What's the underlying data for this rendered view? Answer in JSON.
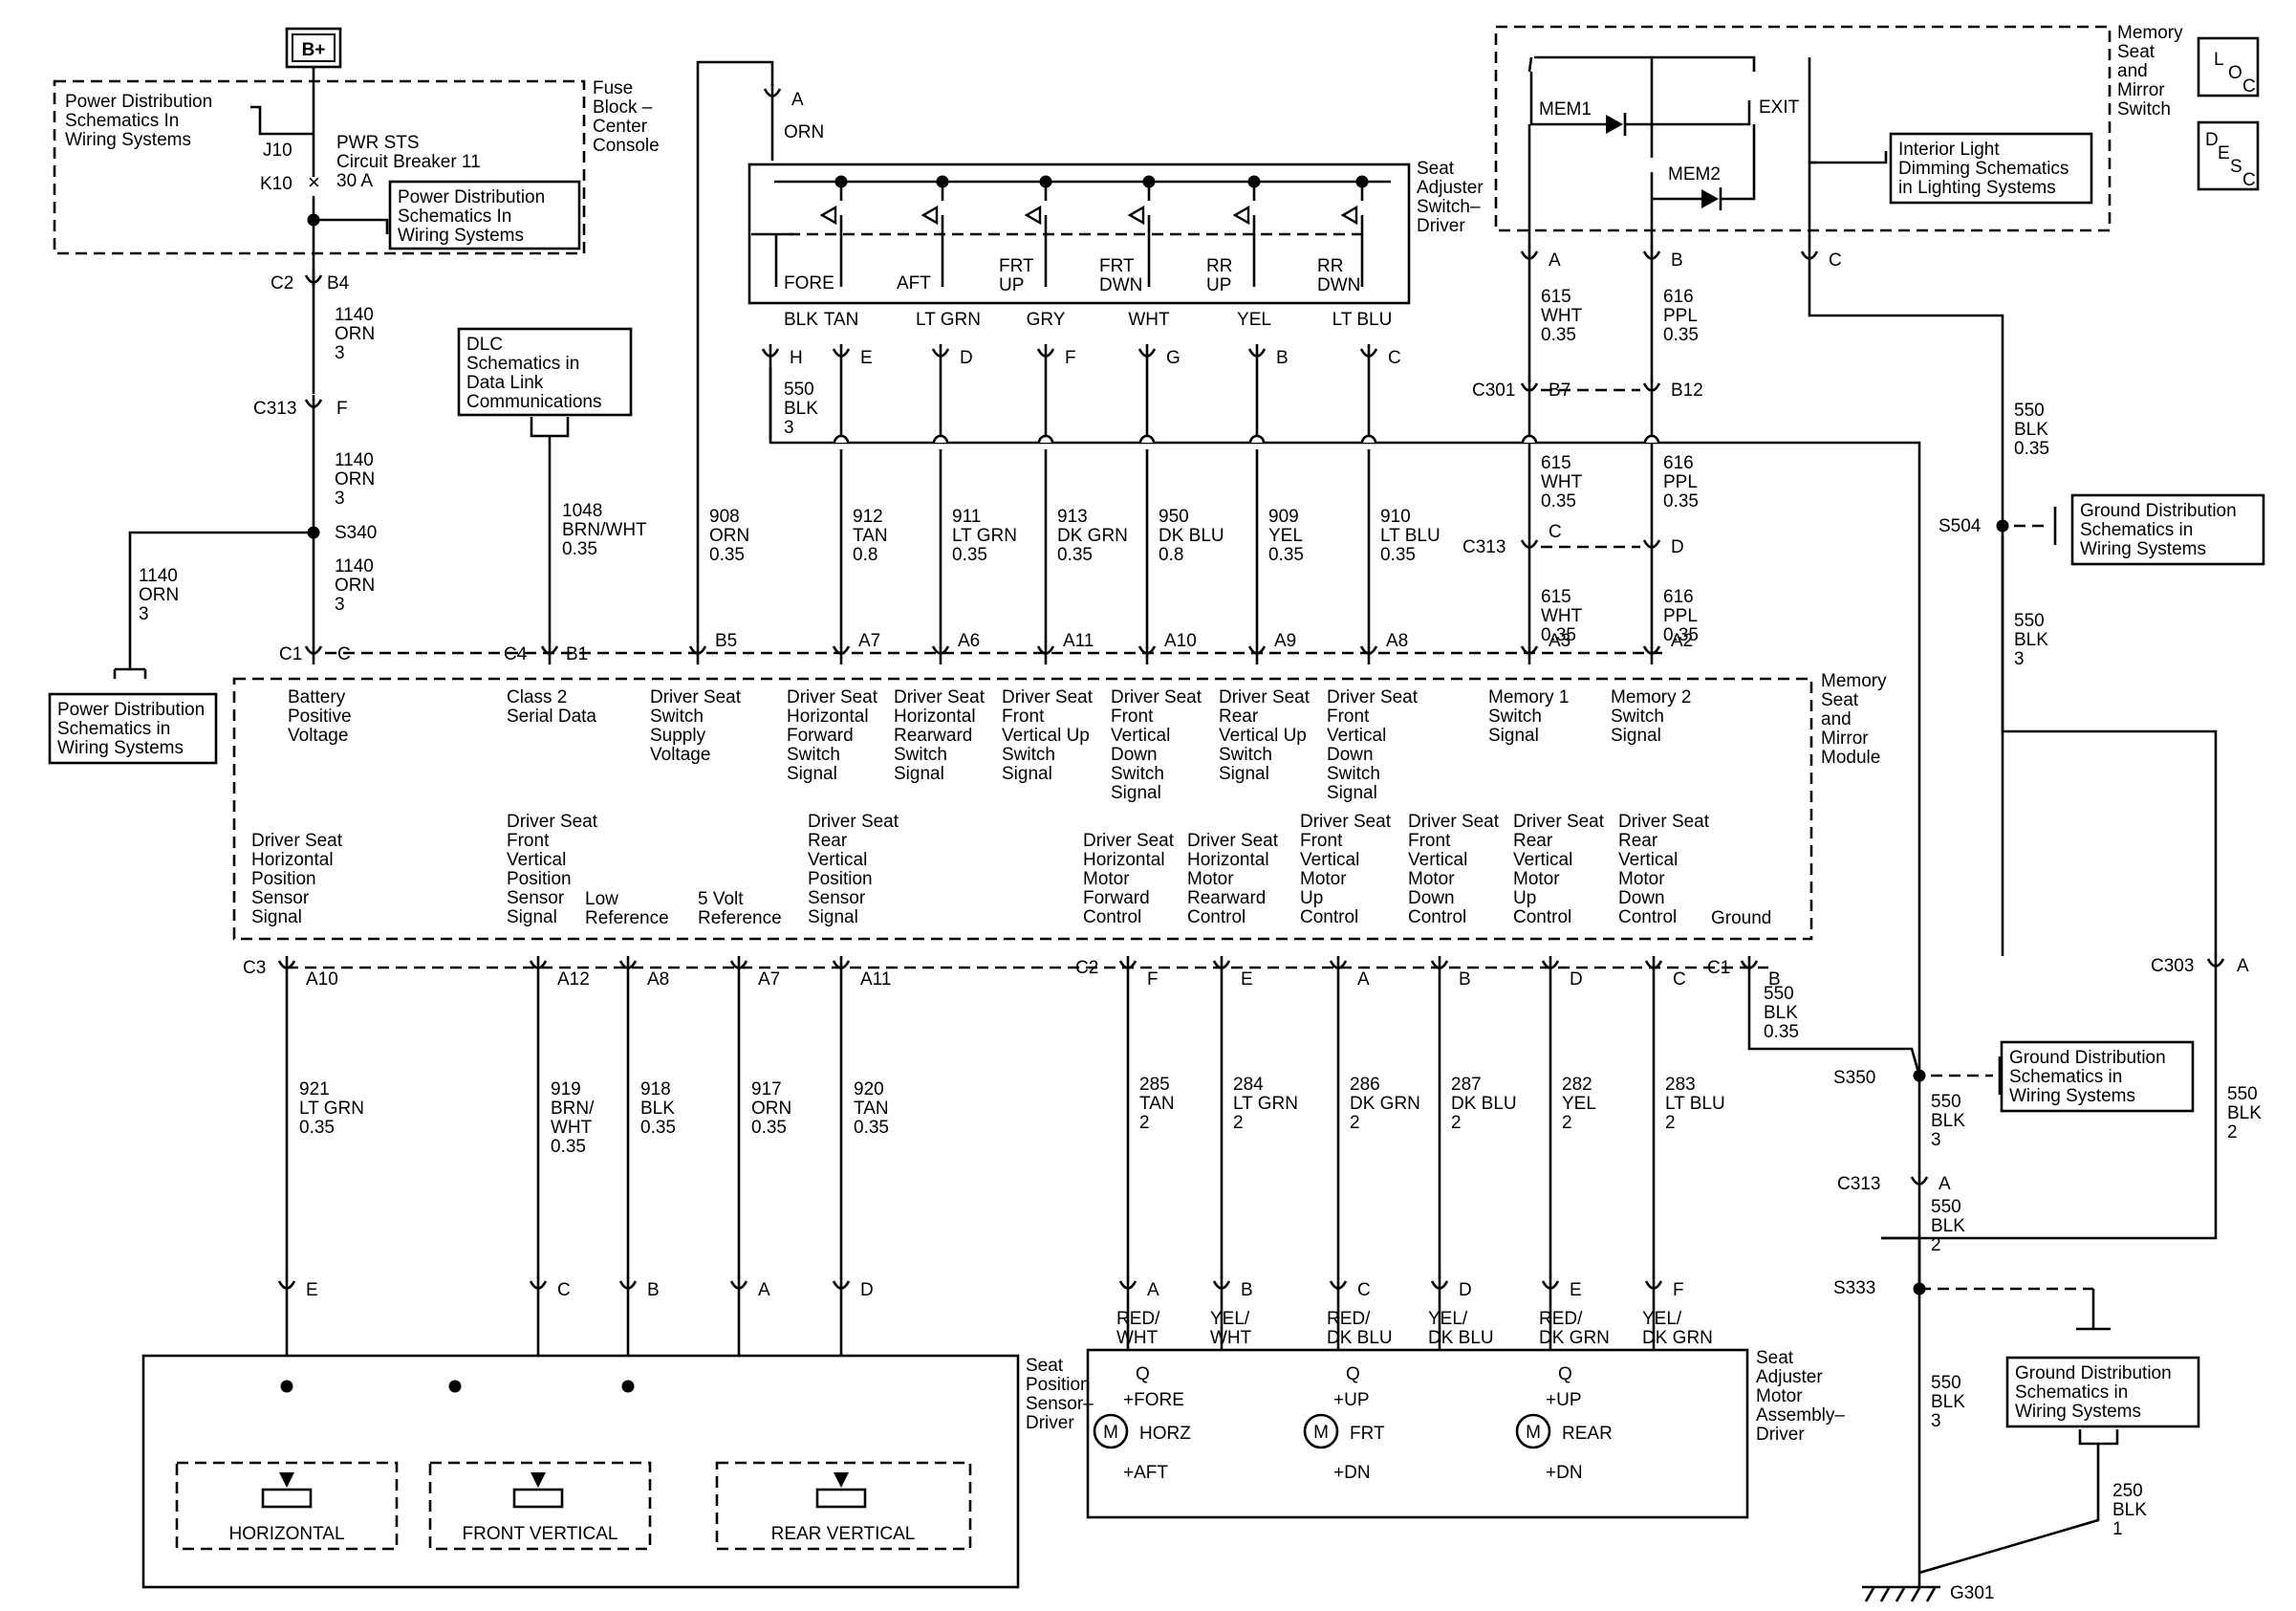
{
  "battery": "B+",
  "fuse_block": {
    "title": [
      "Fuse",
      "Block –",
      "Center",
      "Console"
    ],
    "pd_top": [
      "Power Distribution",
      "Schematics In",
      "Wiring  Systems"
    ],
    "j10": "J10",
    "k10": "K10",
    "breaker": [
      "PWR STS",
      "Circuit Breaker 11",
      "30 A"
    ],
    "pd_mid": [
      "Power Distribution",
      "Schematics In",
      "Wiring  Systems"
    ]
  },
  "left_feed": {
    "c2": "C2",
    "b4": "B4",
    "w1": [
      "1140",
      "ORN",
      "3"
    ],
    "c313": "C313",
    "f": "F",
    "w2": [
      "1140",
      "ORN",
      "3"
    ],
    "s340": "S340",
    "w3": [
      "1140",
      "ORN",
      "3"
    ],
    "branch": [
      "1140",
      "ORN",
      "3"
    ],
    "pd_bottom": [
      "Power Distribution",
      "Schematics in",
      "Wiring  Systems"
    ]
  },
  "dlc": {
    "label": [
      "DLC",
      "Schematics in",
      "Data Link",
      "Communications"
    ],
    "wire": [
      "1048",
      "BRN/WHT",
      "0.35"
    ]
  },
  "seat_switch": {
    "title": [
      "Seat",
      "Adjuster",
      "Switch–",
      "Driver"
    ],
    "pin_a": "A",
    "orn": "ORN",
    "positions": [
      "FORE",
      "AFT",
      "FRT\nUP",
      "FRT\nDWN",
      "RR\nUP",
      "RR\nDWN"
    ],
    "wire_colors": [
      "BLK",
      "TAN",
      "LT GRN",
      "GRY",
      "WHT",
      "YEL",
      "LT BLU"
    ],
    "pins": [
      "H",
      "E",
      "D",
      "F",
      "G",
      "B",
      "C"
    ],
    "ground_wire": [
      "550",
      "BLK",
      "3"
    ]
  },
  "switch_circuits": [
    {
      "num": "908",
      "color": "ORN",
      "size": "0.35"
    },
    {
      "num": "912",
      "color": "TAN",
      "size": "0.8"
    },
    {
      "num": "911",
      "color": "LT GRN",
      "size": "0.35"
    },
    {
      "num": "913",
      "color": "DK GRN",
      "size": "0.35"
    },
    {
      "num": "950",
      "color": "DK BLU",
      "size": "0.8"
    },
    {
      "num": "909",
      "color": "YEL",
      "size": "0.35"
    },
    {
      "num": "910",
      "color": "LT BLU",
      "size": "0.35"
    }
  ],
  "memory_switch": {
    "title": [
      "Memory",
      "Seat",
      "and",
      "Mirror",
      "Switch"
    ],
    "mem1": "MEM1",
    "mem2": "MEM2",
    "exit": "EXIT",
    "interior": [
      "Interior Light",
      "Dimming Schematics",
      "in Lighting Systems"
    ],
    "pins": [
      "A",
      "B",
      "C"
    ],
    "loc": [
      "L",
      "O",
      "C"
    ],
    "desc": [
      "D",
      "E",
      "S",
      "C"
    ]
  },
  "memory_wires": {
    "w615a": [
      "615",
      "WHT",
      "0.35"
    ],
    "w616a": [
      "616",
      "PPL",
      "0.35"
    ],
    "c301": "C301",
    "b7": "B7",
    "b12": "B12",
    "w615b": [
      "615",
      "WHT",
      "0.35"
    ],
    "w616b": [
      "616",
      "PPL",
      "0.35"
    ],
    "c313": "C313",
    "c": "C",
    "d": "D",
    "w615c": [
      "615",
      "WHT",
      "0.35"
    ],
    "w616c": [
      "616",
      "PPL",
      "0.35"
    ]
  },
  "ground_right": {
    "w550": [
      "550",
      "BLK",
      "0.35"
    ],
    "s504": "S504",
    "gd504": [
      "Ground Distribution",
      "Schematics in",
      "Wiring Systems"
    ],
    "w550b": [
      "550",
      "BLK",
      "3"
    ],
    "c303": "C303",
    "c303_pin": "A",
    "w550c": [
      "550",
      "BLK",
      "2"
    ]
  },
  "module": {
    "title": [
      "Memory",
      "Seat",
      "and",
      "Mirror",
      "Module"
    ],
    "top_connector_labels": [
      "C1",
      "C",
      "C4",
      "B1",
      "B5",
      "A7",
      "A6",
      "A11",
      "A10",
      "A9",
      "A8",
      "A3",
      "A2"
    ],
    "top_signals": [
      [
        "Battery",
        "Positive",
        "Voltage"
      ],
      [
        "Class 2",
        "Serial Data"
      ],
      [
        "Driver Seat",
        "Switch",
        "Supply",
        "Voltage"
      ],
      [
        "Driver Seat",
        "Horizontal",
        "Forward",
        "Switch",
        "Signal"
      ],
      [
        "Driver Seat",
        "Horizontal",
        "Rearward",
        "Switch",
        "Signal"
      ],
      [
        "Driver Seat",
        "Front",
        "Vertical Up",
        "Switch",
        "Signal"
      ],
      [
        "Driver Seat",
        "Front",
        "Vertical",
        "Down",
        "Switch",
        "Signal"
      ],
      [
        "Driver Seat",
        "Rear",
        "Vertical Up",
        "Switch",
        "Signal"
      ],
      [
        "Driver Seat",
        "Front",
        "Vertical",
        "Down",
        "Switch",
        "Signal"
      ],
      [
        "Memory 1",
        "Switch",
        "Signal"
      ],
      [
        "Memory 2",
        "Switch",
        "Signal"
      ]
    ],
    "bottom_signals": [
      [
        "Driver Seat",
        "Horizontal",
        "Position",
        "Sensor",
        "Signal"
      ],
      [
        "Driver Seat",
        "Front",
        "Vertical",
        "Position",
        "Sensor",
        "Signal"
      ],
      [
        "Low",
        "Reference"
      ],
      [
        "5 Volt",
        "Reference"
      ],
      [
        "Driver Seat",
        "Rear",
        "Vertical",
        "Position",
        "Sensor",
        "Signal"
      ],
      [
        "Driver Seat",
        "Horizontal",
        "Motor",
        "Forward",
        "Control"
      ],
      [
        "Driver Seat",
        "Horizontal",
        "Motor",
        "Rearward",
        "Control"
      ],
      [
        "Driver Seat",
        "Front",
        "Vertical",
        "Motor",
        "Up",
        "Control"
      ],
      [
        "Driver Seat",
        "Front",
        "Vertical",
        "Motor",
        "Down",
        "Control"
      ],
      [
        "Driver Seat",
        "Rear",
        "Vertical",
        "Motor",
        "Up",
        "Control"
      ],
      [
        "Driver Seat",
        "Rear",
        "Vertical",
        "Motor",
        "Down",
        "Control"
      ],
      [
        "Ground"
      ]
    ],
    "bottom_connector_labels": [
      "C3",
      "A10",
      "A12",
      "A8",
      "A7",
      "A11",
      "C2",
      "F",
      "E",
      "A",
      "B",
      "D",
      "C",
      "C1",
      "B"
    ]
  },
  "sensor_circuits": [
    {
      "num": "921",
      "color": "LT GRN",
      "size": "0.35",
      "pin": "E"
    },
    {
      "num": "919",
      "color": "BRN/\nWHT",
      "size": "0.35",
      "pin": "C"
    },
    {
      "num": "918",
      "color": "BLK",
      "size": "0.35",
      "pin": "B"
    },
    {
      "num": "917",
      "color": "ORN",
      "size": "0.35",
      "pin": "A"
    },
    {
      "num": "920",
      "color": "TAN",
      "size": "0.35",
      "pin": "D"
    }
  ],
  "motor_circuits": [
    {
      "num": "285",
      "color": "TAN",
      "size": "2",
      "pin": "A",
      "colors2": "RED/\nWHT"
    },
    {
      "num": "284",
      "color": "LT GRN",
      "size": "2",
      "pin": "B",
      "colors2": "YEL/\nWHT"
    },
    {
      "num": "286",
      "color": "DK GRN",
      "size": "2",
      "pin": "C",
      "colors2": "RED/\nDK BLU"
    },
    {
      "num": "287",
      "color": "DK BLU",
      "size": "2",
      "pin": "D",
      "colors2": "YEL/\nDK BLU"
    },
    {
      "num": "282",
      "color": "YEL",
      "size": "2",
      "pin": "E",
      "colors2": "RED/\nDK GRN"
    },
    {
      "num": "283",
      "color": "LT BLU",
      "size": "2",
      "pin": "F",
      "colors2": "YEL/\nDK GRN"
    }
  ],
  "ground_c1": [
    "550",
    "BLK",
    "0.35"
  ],
  "sensor_box": {
    "title": [
      "Seat",
      "Position",
      "Sensor–",
      "Driver"
    ],
    "horizontal": "HORIZONTAL",
    "front_vertical": "FRONT VERTICAL",
    "rear_vertical": "REAR VERTICAL"
  },
  "motor_box": {
    "title": [
      "Seat",
      "Adjuster",
      "Motor",
      "Assembly–",
      "Driver"
    ],
    "motors": [
      {
        "q": "Q",
        "fwd": "+FORE",
        "name": "HORZ",
        "back": "+AFT"
      },
      {
        "q": "Q",
        "fwd": "+UP",
        "name": "FRT",
        "back": "+DN"
      },
      {
        "q": "Q",
        "fwd": "+UP",
        "name": "REAR",
        "back": "+DN"
      }
    ],
    "m": "M"
  },
  "ground_chain": {
    "s350": "S350",
    "gd350": [
      "Ground Distribution",
      "Schematics in",
      "Wiring Systems"
    ],
    "w550a": [
      "550",
      "BLK",
      "3"
    ],
    "c313": "C313",
    "c313_pin": "A",
    "w550b": [
      "550",
      "BLK",
      "2"
    ],
    "s333": "S333",
    "w550c": [
      "550",
      "BLK",
      "3"
    ],
    "gd333": [
      "Ground Distribution",
      "Schematics in",
      "Wiring Systems"
    ],
    "w250": [
      "250",
      "BLK",
      "1"
    ],
    "g301": "G301"
  }
}
